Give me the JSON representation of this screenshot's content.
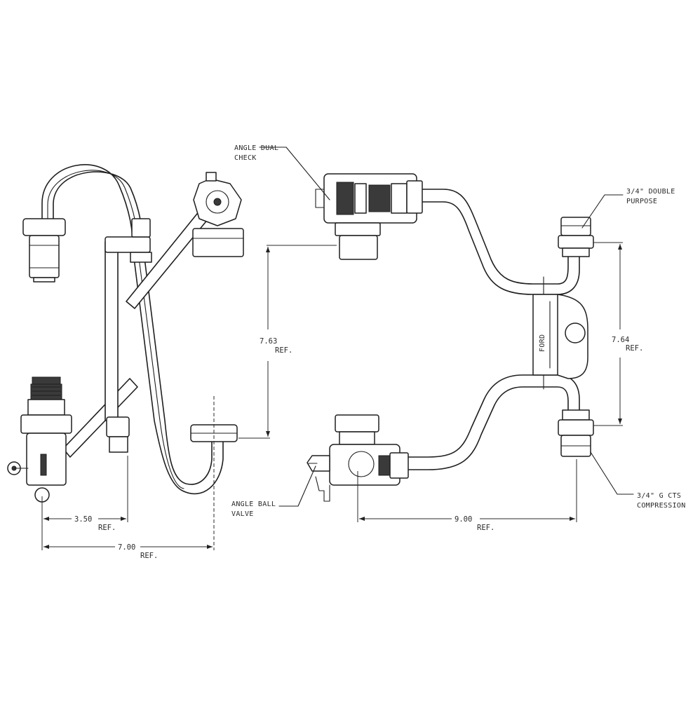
{
  "labels": {
    "angle_dual_check": [
      "ANGLE DUAL",
      "CHECK"
    ],
    "double_purpose": [
      "3/4\" DOUBLE",
      "PURPOSE"
    ],
    "angle_ball_valve": [
      "ANGLE BALL",
      "VALVE"
    ],
    "cts_compression": [
      "3/4\" G CTS",
      "COMPRESSION"
    ],
    "bracket_mark": "FORD"
  },
  "dimensions": {
    "d350": {
      "value": "3.50",
      "ref": "REF."
    },
    "d700": {
      "value": "7.00",
      "ref": "REF."
    },
    "d763": {
      "value": "7.63",
      "ref": "REF."
    },
    "d764": {
      "value": "7.64",
      "ref": "REF."
    },
    "d900": {
      "value": "9.00",
      "ref": "REF."
    }
  },
  "colors": {
    "line": "#1f1f1f",
    "background": "#ffffff"
  }
}
